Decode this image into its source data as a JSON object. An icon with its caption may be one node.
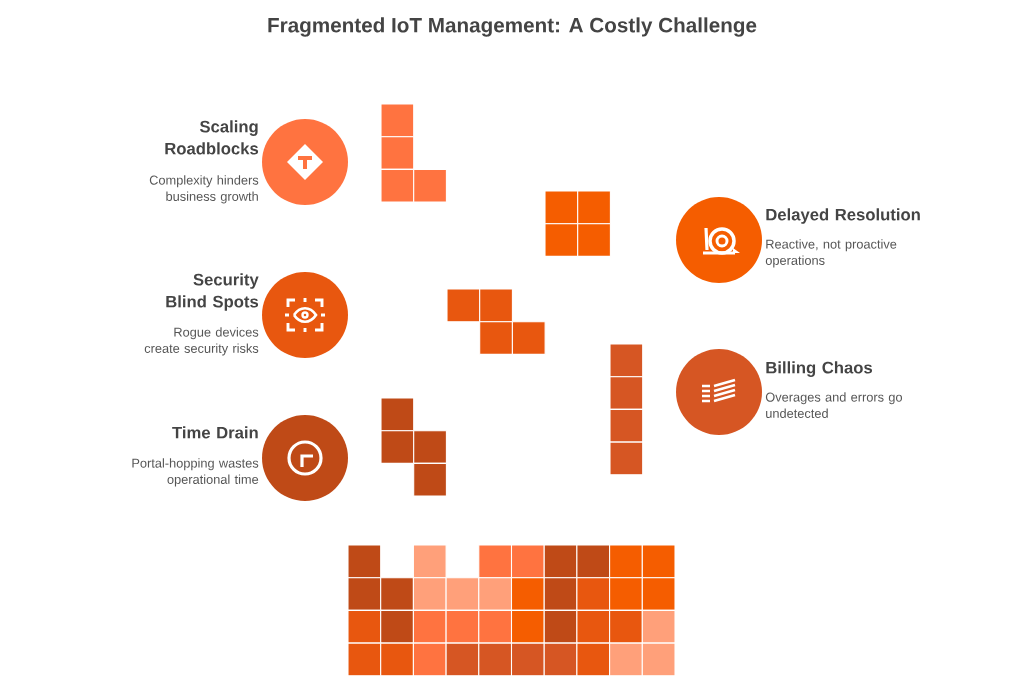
{
  "diagram": {
    "title": "Fragmented IoT Management: A Costly Challenge",
    "nodes": [
      {
        "text": [
          "Scaling Roadblocks",
          "Complexity hinders business growth"
        ]
      },
      {
        "text": [
          "Delayed Resolution",
          "Reactive, not proactive operations"
        ]
      },
      {
        "text": [
          "Security Blind Spots",
          "Rogue devices create security risks"
        ]
      },
      {
        "text": [
          "Billing Chaos",
          "Overages and errors go undetected"
        ]
      },
      {
        "text": [
          "Time Drain",
          "Portal-hopping wastes operational time"
        ]
      }
    ],
    "edges": []
  }
}
